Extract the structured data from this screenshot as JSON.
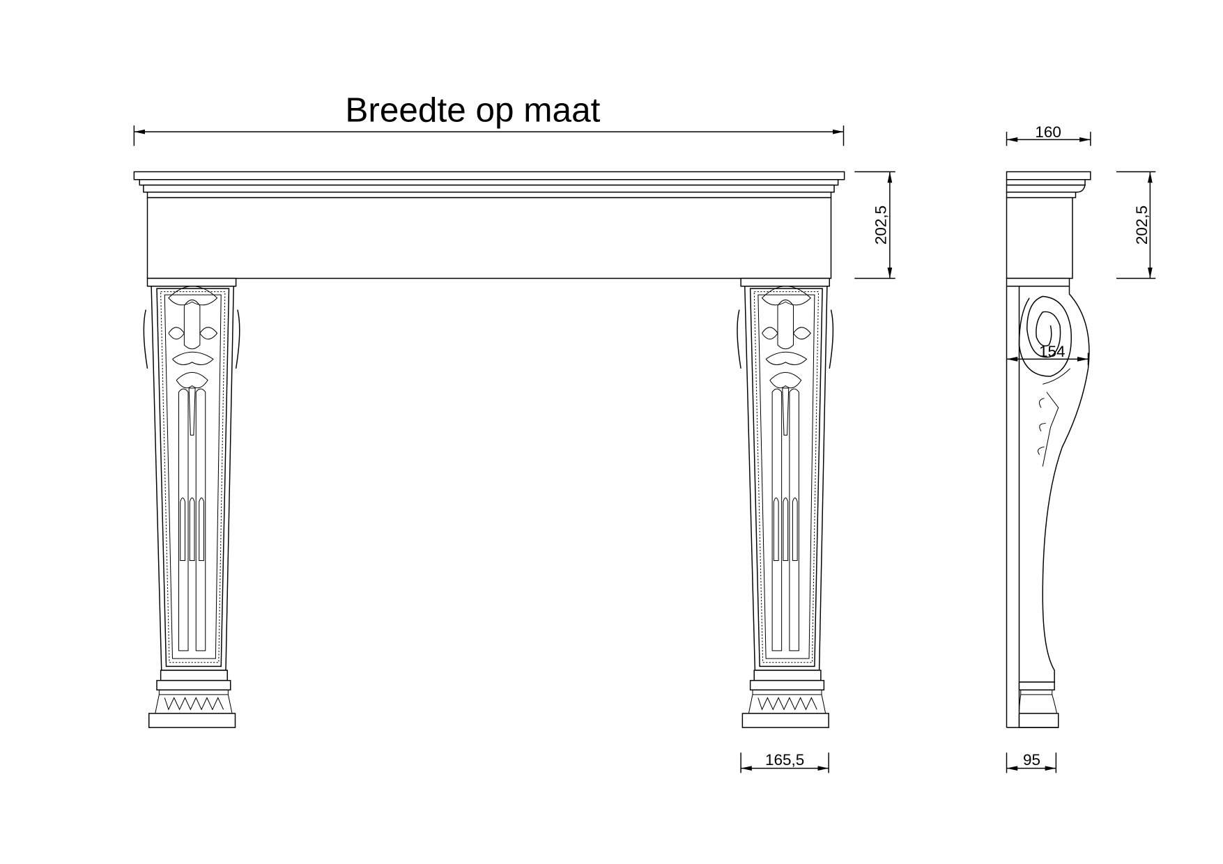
{
  "title": "Breedte op maat",
  "dimensions": {
    "front_height": "202,5",
    "leg_width": "165,5",
    "side_depth": "160",
    "side_height": "202,5",
    "corbel_depth": "154",
    "leg_depth": "95"
  },
  "colors": {
    "line": "#000000",
    "background": "#ffffff"
  }
}
